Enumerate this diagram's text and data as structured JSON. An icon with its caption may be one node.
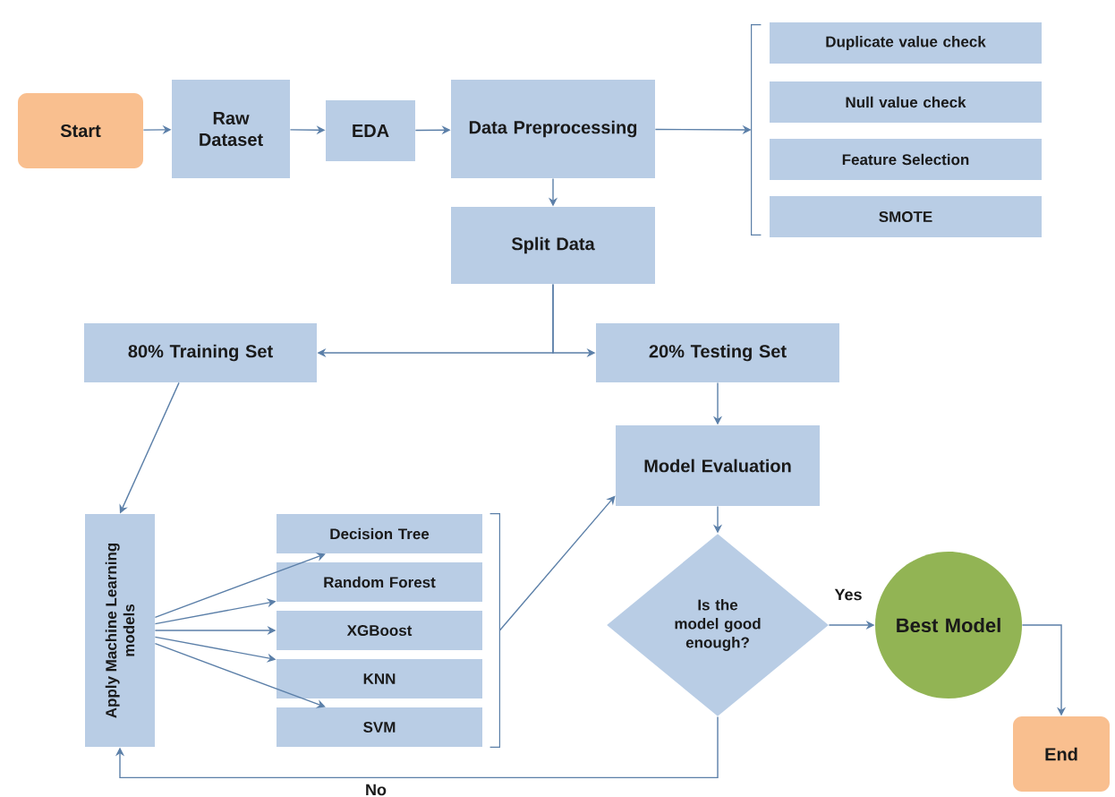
{
  "diagram": {
    "nodes": [
      {
        "text": [
          "Start"
        ]
      },
      {
        "text": [
          "Raw Dataset"
        ]
      },
      {
        "text": [
          "EDA"
        ]
      },
      {
        "text": [
          "Data Preprocessing"
        ]
      },
      {
        "text": [
          "Duplicate value check"
        ]
      },
      {
        "text": [
          "Null value check"
        ]
      },
      {
        "text": [
          "Feature Selection"
        ]
      },
      {
        "text": [
          "SMOTE"
        ]
      },
      {
        "text": [
          "Split Data"
        ]
      },
      {
        "text": [
          "80% Training Set"
        ]
      },
      {
        "text": [
          "20% Testing Set"
        ]
      },
      {
        "text": [
          "Apply Machine Learning models"
        ]
      },
      {
        "text": [
          "Model Evaluation"
        ]
      },
      {
        "text": [
          "Decision Tree"
        ]
      },
      {
        "text": [
          "Random Forest"
        ]
      },
      {
        "text": [
          "XGBoost"
        ]
      },
      {
        "text": [
          "KNN"
        ]
      },
      {
        "text": [
          "SVM"
        ]
      },
      {
        "text": [
          "Is the model good enough?"
        ]
      },
      {
        "text": [
          "Best Model"
        ]
      },
      {
        "text": [
          "End"
        ]
      },
      {
        "text": [],
        "shape": "bracket"
      },
      {
        "text": [],
        "shape": "bracket"
      }
    ],
    "edges": [
      {
        "from": 0,
        "to": 1,
        "arrow": "to"
      },
      {
        "from": 1,
        "to": 2,
        "arrow": "to"
      },
      {
        "from": 2,
        "to": 3,
        "arrow": "to"
      },
      {
        "from": 3,
        "to": 21,
        "arrow": "to"
      },
      {
        "from": 3,
        "to": 8,
        "arrow": "to"
      },
      {
        "from": 8,
        "to": 9,
        "arrow": "to"
      },
      {
        "from": 8,
        "to": 10,
        "arrow": "to"
      },
      {
        "from": 9,
        "to": 11,
        "arrow": "to"
      },
      {
        "from": 11,
        "to": 13,
        "arrow": "to"
      },
      {
        "from": 11,
        "to": 14,
        "arrow": "to"
      },
      {
        "from": 11,
        "to": 15,
        "arrow": "to"
      },
      {
        "from": 11,
        "to": 16,
        "arrow": "to"
      },
      {
        "from": 11,
        "to": 17,
        "arrow": "to"
      },
      {
        "from": 22,
        "to": 12,
        "arrow": "to"
      },
      {
        "from": 10,
        "to": 12,
        "arrow": "to"
      },
      {
        "from": 12,
        "to": 18,
        "arrow": "to"
      },
      {
        "from": 18,
        "to": 19,
        "arrow": "to",
        "label": "Yes"
      },
      {
        "from": 18,
        "to": 11,
        "arrow": "to",
        "label": "No"
      },
      {
        "from": 19,
        "to": 20,
        "arrow": "to"
      }
    ]
  }
}
